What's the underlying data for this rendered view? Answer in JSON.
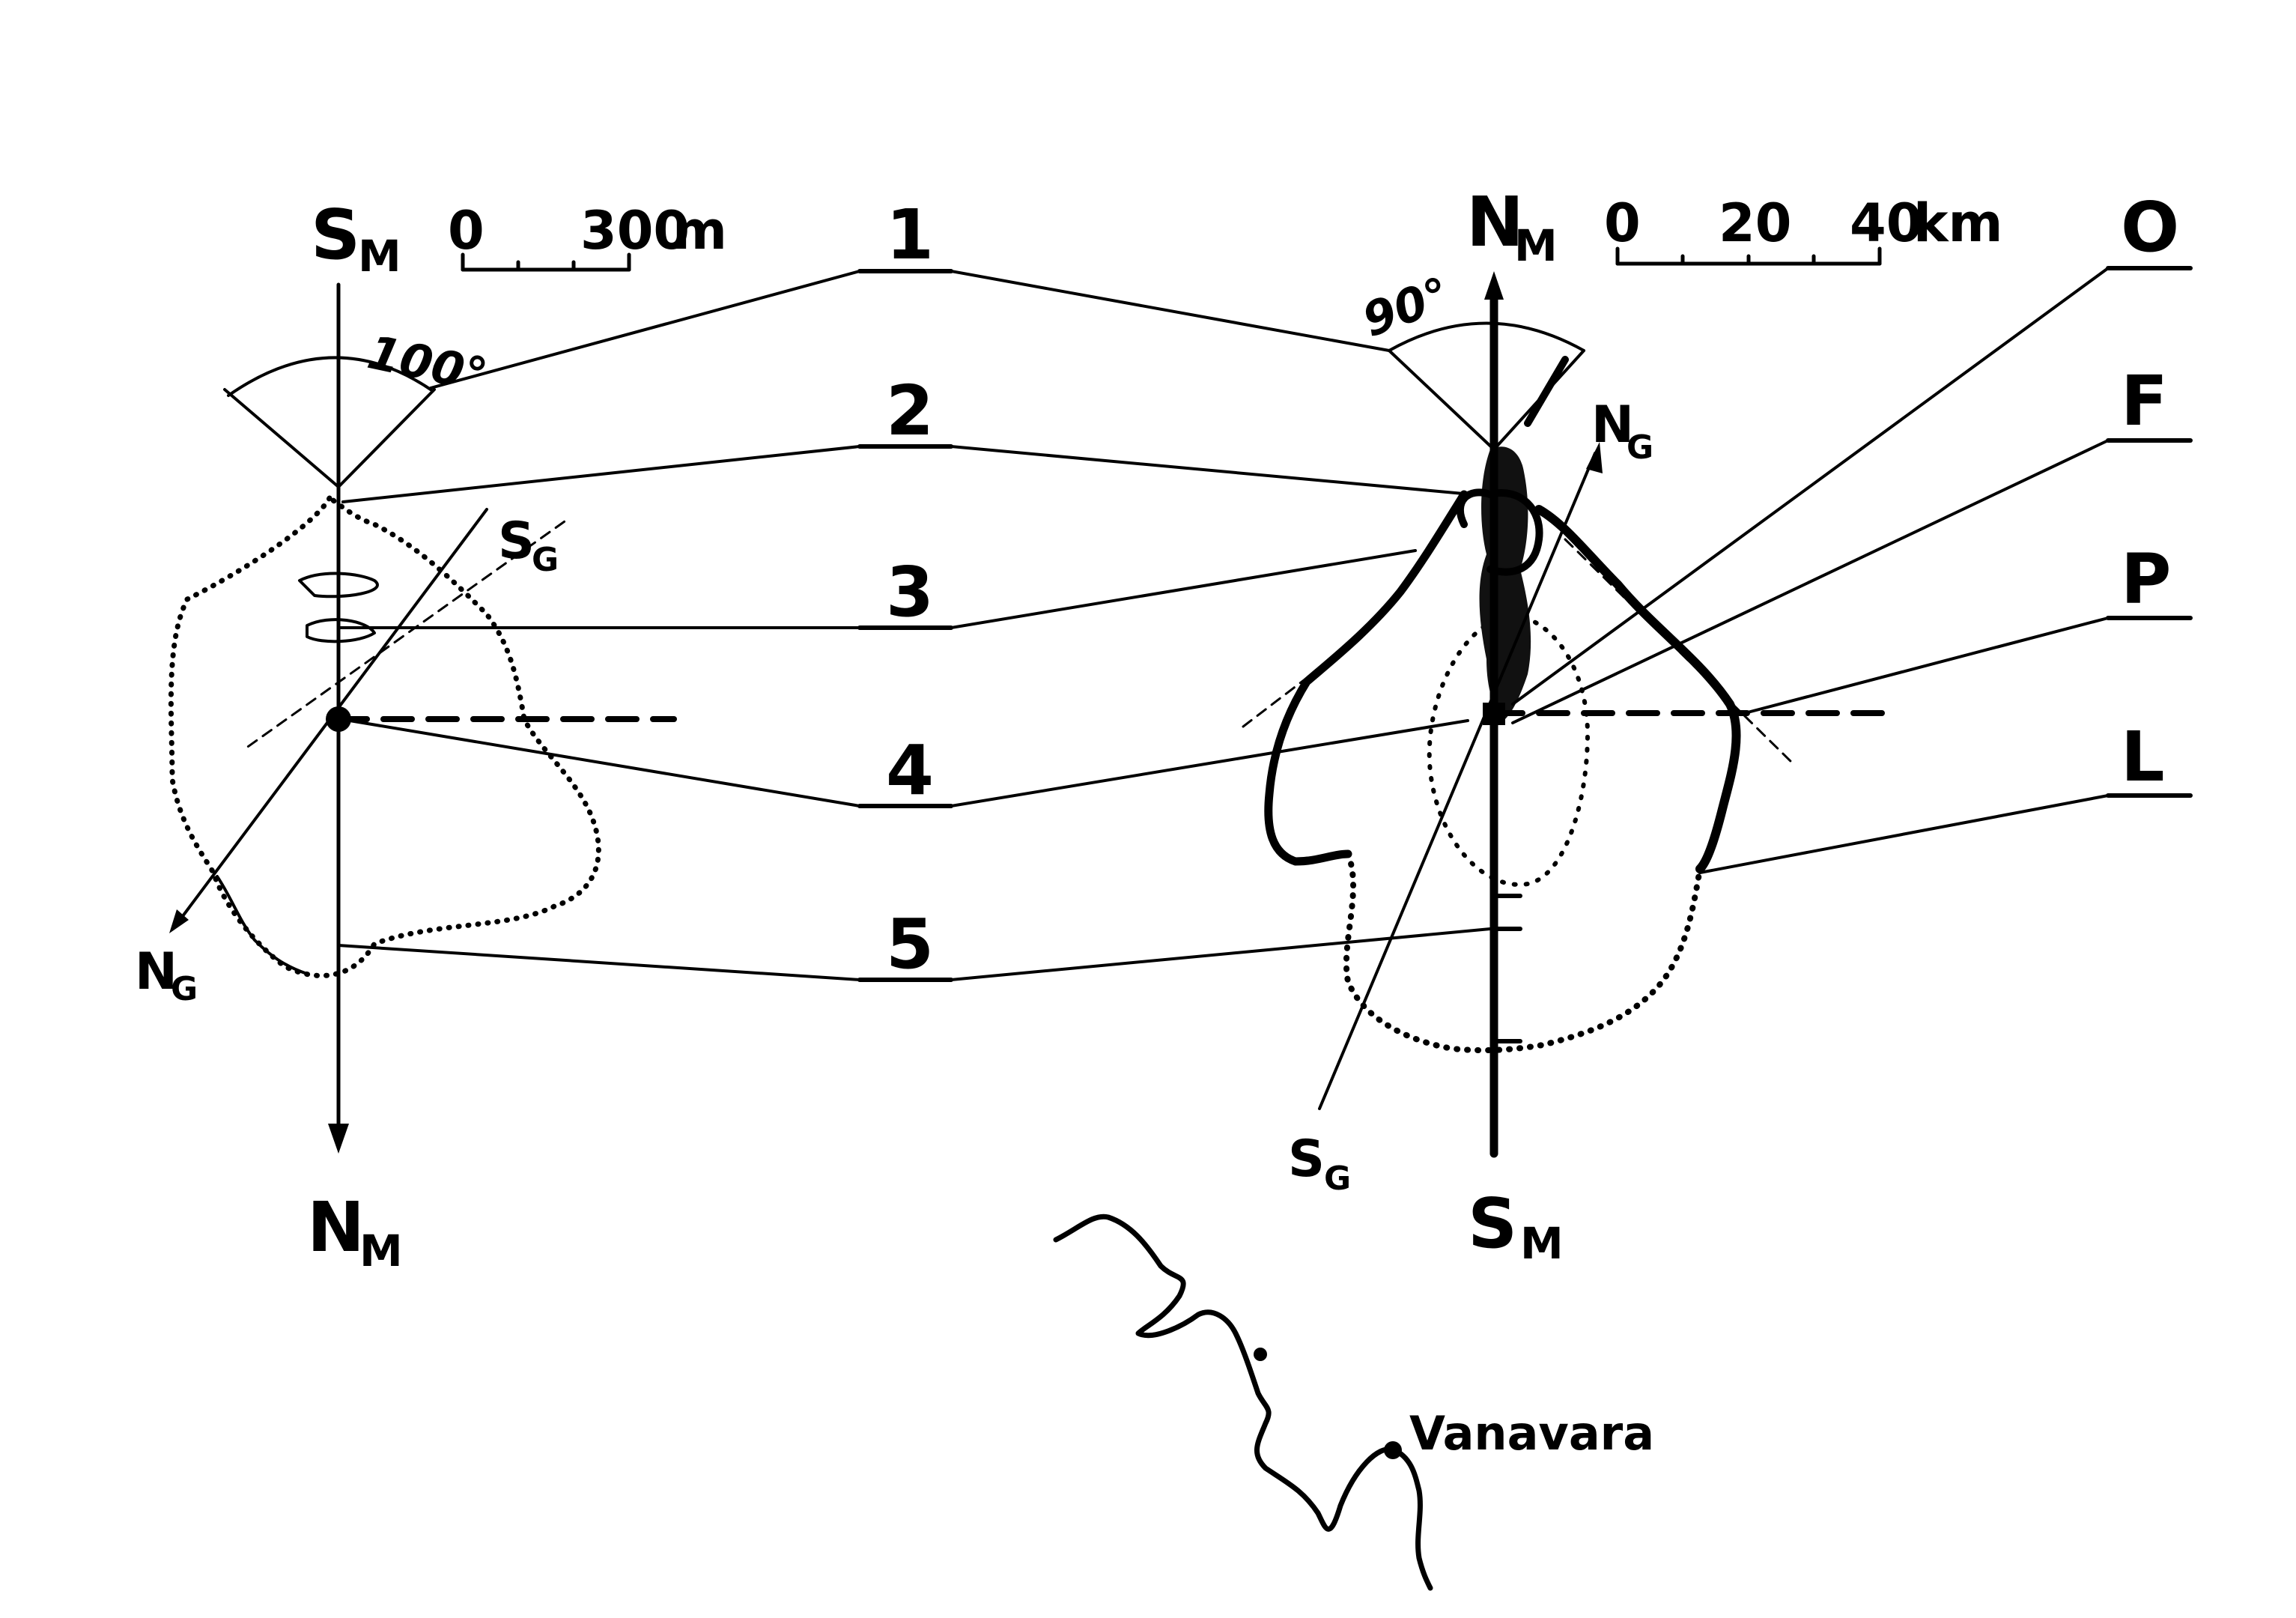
{
  "left_diagram": {
    "top_label": "S",
    "top_sub": "M",
    "bottom_label": "N",
    "bottom_sub": "M",
    "geo_north_label": "N",
    "geo_north_sub": "G",
    "geo_south_label": "S",
    "geo_south_sub": "G",
    "angle_label": "100°",
    "scale_ticks": [
      "0",
      "300"
    ],
    "scale_unit": "m"
  },
  "right_diagram": {
    "top_label": "N",
    "top_sub": "M",
    "bottom_label": "S",
    "bottom_sub": "M",
    "geo_north_label": "N",
    "geo_north_sub": "G",
    "geo_south_label": "S",
    "geo_south_sub": "G",
    "angle_label": "90°",
    "scale_ticks": [
      "0",
      "20",
      "40"
    ],
    "scale_unit": "km"
  },
  "center_labels": [
    "1",
    "2",
    "3",
    "4",
    "5"
  ],
  "right_labels": [
    "O",
    "F",
    "P",
    "L"
  ],
  "place_label": "Vanavara"
}
